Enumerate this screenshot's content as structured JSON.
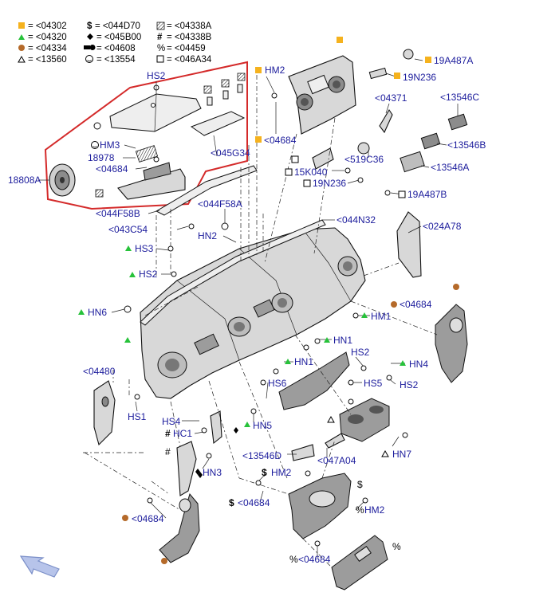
{
  "legend": [
    {
      "symbol": "sq-orange",
      "text": "= <04302"
    },
    {
      "symbol": "$",
      "text": "= <044D70"
    },
    {
      "symbol": "hatch",
      "text": "= <04338A"
    },
    {
      "symbol": "tri-green",
      "text": "= <04320"
    },
    {
      "symbol": "diamond",
      "text": "= <045B00"
    },
    {
      "symbol": "#",
      "text": "= <04338B"
    },
    {
      "symbol": "circle-brown",
      "text": "= <04334"
    },
    {
      "symbol": "bolt",
      "text": "= <04608"
    },
    {
      "symbol": "%",
      "text": "= <04459"
    },
    {
      "symbol": "tri-open",
      "text": "= <13560"
    },
    {
      "symbol": "smiley",
      "text": "= <13554"
    },
    {
      "symbol": "sq-open",
      "text": "= <046A34"
    }
  ],
  "labels": {
    "hs2_top": "HS2",
    "hm2_top": "HM2",
    "p19a487a": "19A487A",
    "p19n236": "19N236",
    "p04371": "<04371",
    "p13546c": "<13546C",
    "p04684_top": "<04684",
    "p13546b": "<13546B",
    "p519c36": "<519C36",
    "p13546a": "<13546A",
    "p15k040": "15K040",
    "p19n236b": "19N236",
    "p19a487b": "19A487B",
    "hm3": "HM3",
    "p18978": "18978",
    "p04684_left": "<04684",
    "p045g34": "<045G34",
    "p18808a": "18808A",
    "p044f58b": "<044F58B",
    "p044f58a": "<044F58A",
    "p043c54": "<043C54",
    "hn2": "HN2",
    "p044n32": "<044N32",
    "p024a78": "<024A78",
    "hs3": "HS3",
    "hs2_mid": "HS2",
    "p04684_right": "<04684",
    "hn6": "HN6",
    "hm1": "HM1",
    "hn1_a": "HN1",
    "hs2_c": "HS2",
    "hn1_b": "HN1",
    "hn4": "HN4",
    "p04480": "<04480",
    "hs6": "HS6",
    "hs5": "HS5",
    "hs2_d": "HS2",
    "hs1": "HS1",
    "hs4": "HS4",
    "hn5": "HN5",
    "hc1": "HC1",
    "p13546d": "<13546D",
    "p047a04": "<047A04",
    "hn7": "HN7",
    "hn3": "HN3",
    "hm2_bottom": "HM2",
    "p04684_bl": "<04684",
    "p04684_bm": "<04684",
    "hm2_br": "HM2",
    "p04684_br": "<04684"
  },
  "colors": {
    "label": "#1c1c9c",
    "callout_frame": "#d42a2a",
    "square_marker": "#f5b21e",
    "triangle_marker": "#27c23a",
    "circle_marker": "#b56a2a",
    "nav_arrow": "#b7c4ea"
  }
}
